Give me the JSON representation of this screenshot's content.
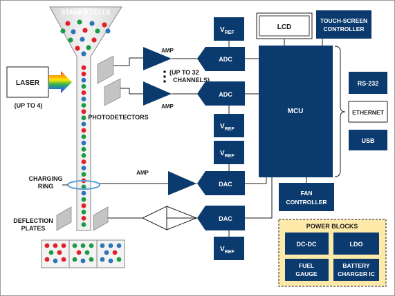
{
  "labels": {
    "stained_cells": "STAINED CELLS",
    "laser": "LASER",
    "laser_note": "(UP TO 4)",
    "photodetectors": "PHOTODETECTORS",
    "charging_ring_line1": "CHARGING",
    "charging_ring_line2": "RING",
    "deflection_line1": "DEFLECTION",
    "deflection_line2": "PLATES",
    "amp_top": "AMP",
    "amp_mid": "AMP",
    "amp_dac": "AMP",
    "channels_line1": "(UP TO 32",
    "channels_line2": "CHANNELS)",
    "adc1": "ADC",
    "adc2": "ADC",
    "dac1": "DAC",
    "dac2": "DAC",
    "vref_base": "V",
    "vref_sub": "REF",
    "lcd": "LCD",
    "touch_line1": "TOUCH-SCREEN",
    "touch_line2": "CONTROLLER",
    "mcu": "MCU",
    "rs232": "RS-232",
    "ethernet": "ETHERNET",
    "usb": "USB",
    "fan_line1": "FAN",
    "fan_line2": "CONTROLLER",
    "power_blocks": "POWER BLOCKS",
    "dcdc": "DC-DC",
    "ldo": "LDO",
    "fuel_line1": "FUEL",
    "fuel_line2": "GAUGE",
    "battery_line1": "BATTERY",
    "battery_line2": "CHARGER IC"
  },
  "colors": {
    "navy": "#0b3a6e",
    "gray": "#c4c4c4",
    "red": "#e2202c",
    "green": "#1d9a48",
    "blue": "#2f74b8",
    "power_bg": "#fde9a8",
    "ring": "#5aa0d8"
  },
  "icons": {
    "laser_beam": "rainbow-arrow-icon",
    "photodetector": "detector-prism-icon"
  }
}
